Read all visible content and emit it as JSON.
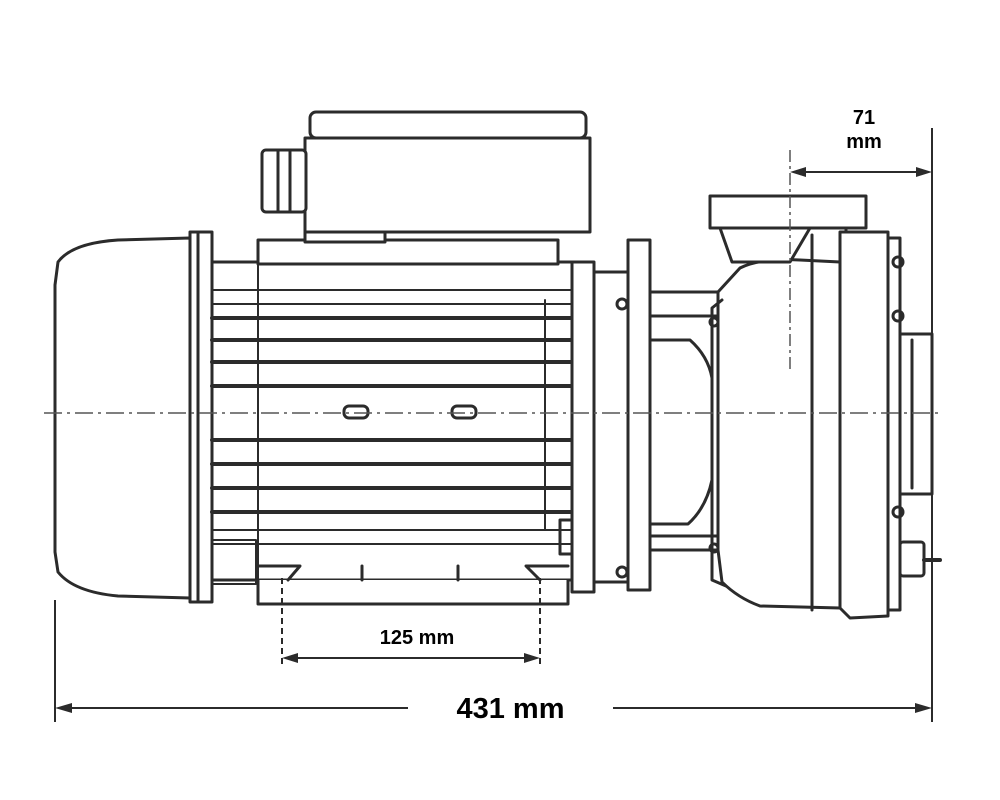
{
  "dimensions": {
    "overall_length": "431 mm",
    "foot_spacing": "125 mm",
    "outlet_offset_value": "71",
    "outlet_offset_unit": "mm"
  },
  "colors": {
    "line": "#2b2b2b",
    "background": "#ffffff",
    "text": "#000000"
  }
}
